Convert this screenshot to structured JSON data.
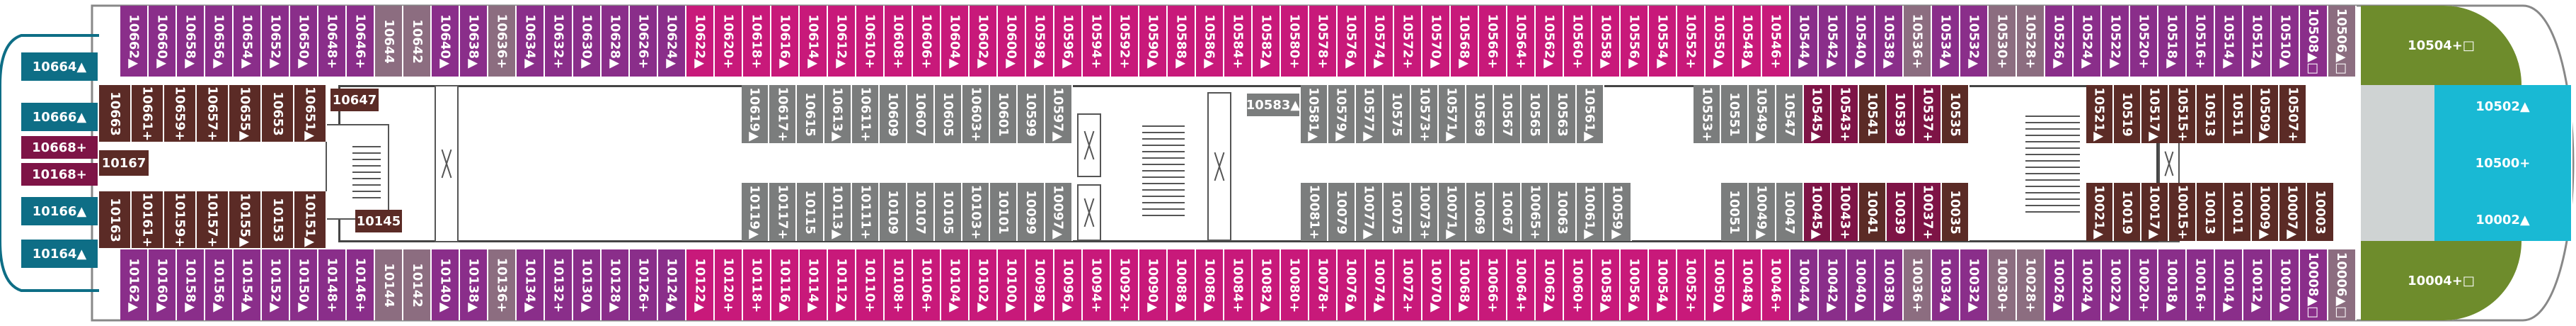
{
  "colors": {
    "purple": "#8a2e8a",
    "magenta": "#c8197a",
    "mauve": "#8c6d80",
    "brown": "#5b2b26",
    "grey": "#7b7d7d",
    "burgundy": "#7e1446",
    "teal": "#0e6e86",
    "cyan": "#19b9d4",
    "olive": "#6e8c2c",
    "lightgrey": "#cfd3d3"
  },
  "icon_legend": [
    "triangle-icon",
    "square-icon",
    "plus-icon"
  ],
  "top_row": [
    {
      "label": "10662▲",
      "c": "purple"
    },
    {
      "label": "10660▲",
      "c": "purple"
    },
    {
      "label": "10658▲",
      "c": "purple"
    },
    {
      "label": "10656▲",
      "c": "purple"
    },
    {
      "label": "10654▲",
      "c": "purple"
    },
    {
      "label": "10652▲",
      "c": "purple"
    },
    {
      "label": "10650▲",
      "c": "purple"
    },
    {
      "label": "10648+",
      "c": "purple"
    },
    {
      "label": "10646+",
      "c": "purple"
    },
    {
      "label": "10644",
      "c": "mauve"
    },
    {
      "label": "10642",
      "c": "mauve"
    },
    {
      "label": "10640▲",
      "c": "purple"
    },
    {
      "label": "10638▲",
      "c": "purple"
    },
    {
      "label": "10636+",
      "c": "mauve"
    },
    {
      "label": "10634▲",
      "c": "purple"
    },
    {
      "label": "10632+",
      "c": "purple"
    },
    {
      "label": "10630▲",
      "c": "purple"
    },
    {
      "label": "10628▲",
      "c": "purple"
    },
    {
      "label": "10626+",
      "c": "purple"
    },
    {
      "label": "10624▲",
      "c": "purple"
    },
    {
      "label": "10622▲",
      "c": "magenta"
    },
    {
      "label": "10620+",
      "c": "magenta"
    },
    {
      "label": "10618+",
      "c": "magenta"
    },
    {
      "label": "10616▲",
      "c": "magenta"
    },
    {
      "label": "10614▲",
      "c": "magenta"
    },
    {
      "label": "10612▲",
      "c": "magenta"
    },
    {
      "label": "10610+",
      "c": "magenta"
    },
    {
      "label": "10608+",
      "c": "magenta"
    },
    {
      "label": "10606+",
      "c": "magenta"
    },
    {
      "label": "10604▲",
      "c": "magenta"
    },
    {
      "label": "10602▲",
      "c": "magenta"
    },
    {
      "label": "10600▲",
      "c": "magenta"
    },
    {
      "label": "10598▲",
      "c": "magenta"
    },
    {
      "label": "10596▲",
      "c": "magenta"
    },
    {
      "label": "10594+",
      "c": "magenta"
    },
    {
      "label": "10592+",
      "c": "magenta"
    },
    {
      "label": "10590▲",
      "c": "magenta"
    },
    {
      "label": "10588▲",
      "c": "magenta"
    },
    {
      "label": "10586▲",
      "c": "magenta"
    },
    {
      "label": "10584+",
      "c": "magenta"
    },
    {
      "label": "10582▲",
      "c": "magenta"
    },
    {
      "label": "10580+",
      "c": "magenta"
    },
    {
      "label": "10578+",
      "c": "magenta"
    },
    {
      "label": "10576▲",
      "c": "magenta"
    },
    {
      "label": "10574▲",
      "c": "magenta"
    },
    {
      "label": "10572+",
      "c": "magenta"
    },
    {
      "label": "10570▲",
      "c": "magenta"
    },
    {
      "label": "10568▲",
      "c": "magenta"
    },
    {
      "label": "10566+",
      "c": "magenta"
    },
    {
      "label": "10564+",
      "c": "magenta"
    },
    {
      "label": "10562▲",
      "c": "magenta"
    },
    {
      "label": "10560+",
      "c": "magenta"
    },
    {
      "label": "10558▲",
      "c": "magenta"
    },
    {
      "label": "10556▲",
      "c": "magenta"
    },
    {
      "label": "10554▲",
      "c": "magenta"
    },
    {
      "label": "10552+",
      "c": "magenta"
    },
    {
      "label": "10550▲",
      "c": "magenta"
    },
    {
      "label": "10548▲",
      "c": "magenta"
    },
    {
      "label": "10546+",
      "c": "magenta"
    },
    {
      "label": "10544▲",
      "c": "purple"
    },
    {
      "label": "10542▲",
      "c": "purple"
    },
    {
      "label": "10540▲",
      "c": "purple"
    },
    {
      "label": "10538▲",
      "c": "purple"
    },
    {
      "label": "10536+",
      "c": "mauve"
    },
    {
      "label": "10534▲",
      "c": "purple"
    },
    {
      "label": "10532▲",
      "c": "purple"
    },
    {
      "label": "10530+",
      "c": "mauve"
    },
    {
      "label": "10528+",
      "c": "mauve"
    },
    {
      "label": "10526▲",
      "c": "purple"
    },
    {
      "label": "10524▲",
      "c": "purple"
    },
    {
      "label": "10522▲",
      "c": "purple"
    },
    {
      "label": "10520+",
      "c": "purple"
    },
    {
      "label": "10518▲",
      "c": "purple"
    },
    {
      "label": "10516+",
      "c": "purple"
    },
    {
      "label": "10514▲",
      "c": "purple"
    },
    {
      "label": "10512▲",
      "c": "purple"
    },
    {
      "label": "10510▲",
      "c": "purple"
    },
    {
      "label": "10508▲□",
      "c": "purple"
    },
    {
      "label": "10506▲□",
      "c": "mauve"
    }
  ],
  "bottom_row": [
    {
      "label": "10162▲",
      "c": "purple"
    },
    {
      "label": "10160▲",
      "c": "purple"
    },
    {
      "label": "10158▲",
      "c": "purple"
    },
    {
      "label": "10156▲",
      "c": "purple"
    },
    {
      "label": "10154▲",
      "c": "purple"
    },
    {
      "label": "10152▲",
      "c": "purple"
    },
    {
      "label": "10150▲",
      "c": "purple"
    },
    {
      "label": "10148+",
      "c": "purple"
    },
    {
      "label": "10146+",
      "c": "purple"
    },
    {
      "label": "10144",
      "c": "mauve"
    },
    {
      "label": "10142",
      "c": "mauve"
    },
    {
      "label": "10140▲",
      "c": "purple"
    },
    {
      "label": "10138▲",
      "c": "purple"
    },
    {
      "label": "10136+",
      "c": "mauve"
    },
    {
      "label": "10134▲",
      "c": "purple"
    },
    {
      "label": "10132+",
      "c": "purple"
    },
    {
      "label": "10130▲",
      "c": "purple"
    },
    {
      "label": "10128▲",
      "c": "purple"
    },
    {
      "label": "10126+",
      "c": "purple"
    },
    {
      "label": "10124▲",
      "c": "purple"
    },
    {
      "label": "10122▲",
      "c": "magenta"
    },
    {
      "label": "10120+",
      "c": "magenta"
    },
    {
      "label": "10118+",
      "c": "magenta"
    },
    {
      "label": "10116▲",
      "c": "magenta"
    },
    {
      "label": "10114▲",
      "c": "magenta"
    },
    {
      "label": "10112▲",
      "c": "magenta"
    },
    {
      "label": "10110+",
      "c": "magenta"
    },
    {
      "label": "10108+",
      "c": "magenta"
    },
    {
      "label": "10106+",
      "c": "magenta"
    },
    {
      "label": "10104▲",
      "c": "magenta"
    },
    {
      "label": "10102▲",
      "c": "magenta"
    },
    {
      "label": "10100▲",
      "c": "magenta"
    },
    {
      "label": "10098▲",
      "c": "magenta"
    },
    {
      "label": "10096▲",
      "c": "magenta"
    },
    {
      "label": "10094+",
      "c": "magenta"
    },
    {
      "label": "10092+",
      "c": "magenta"
    },
    {
      "label": "10090▲",
      "c": "magenta"
    },
    {
      "label": "10088▲",
      "c": "magenta"
    },
    {
      "label": "10086▲",
      "c": "magenta"
    },
    {
      "label": "10084+",
      "c": "magenta"
    },
    {
      "label": "10082▲",
      "c": "magenta"
    },
    {
      "label": "10080+",
      "c": "magenta"
    },
    {
      "label": "10078+",
      "c": "magenta"
    },
    {
      "label": "10076▲",
      "c": "magenta"
    },
    {
      "label": "10074▲",
      "c": "magenta"
    },
    {
      "label": "10072+",
      "c": "magenta"
    },
    {
      "label": "10070▲",
      "c": "magenta"
    },
    {
      "label": "10068▲",
      "c": "magenta"
    },
    {
      "label": "10066+",
      "c": "magenta"
    },
    {
      "label": "10064+",
      "c": "magenta"
    },
    {
      "label": "10062▲",
      "c": "magenta"
    },
    {
      "label": "10060+",
      "c": "magenta"
    },
    {
      "label": "10058▲",
      "c": "magenta"
    },
    {
      "label": "10056▲",
      "c": "magenta"
    },
    {
      "label": "10054▲",
      "c": "magenta"
    },
    {
      "label": "10052+",
      "c": "magenta"
    },
    {
      "label": "10050▲",
      "c": "magenta"
    },
    {
      "label": "10048▲",
      "c": "magenta"
    },
    {
      "label": "10046+",
      "c": "magenta"
    },
    {
      "label": "10044▲",
      "c": "purple"
    },
    {
      "label": "10042▲",
      "c": "purple"
    },
    {
      "label": "10040▲",
      "c": "purple"
    },
    {
      "label": "10038▲",
      "c": "purple"
    },
    {
      "label": "10036+",
      "c": "mauve"
    },
    {
      "label": "10034▲",
      "c": "purple"
    },
    {
      "label": "10032▲",
      "c": "purple"
    },
    {
      "label": "10030+",
      "c": "mauve"
    },
    {
      "label": "10028+",
      "c": "mauve"
    },
    {
      "label": "10026▲",
      "c": "purple"
    },
    {
      "label": "10024▲",
      "c": "purple"
    },
    {
      "label": "10022▲",
      "c": "purple"
    },
    {
      "label": "10020+",
      "c": "purple"
    },
    {
      "label": "10018▲",
      "c": "purple"
    },
    {
      "label": "10016+",
      "c": "purple"
    },
    {
      "label": "10014▲",
      "c": "purple"
    },
    {
      "label": "10012▲",
      "c": "purple"
    },
    {
      "label": "10010▲",
      "c": "purple"
    },
    {
      "label": "10008▲□",
      "c": "purple"
    },
    {
      "label": "10006▲□",
      "c": "mauve"
    }
  ],
  "inner_top": [
    {
      "label": "10663",
      "c": "brown"
    },
    {
      "label": "10661+",
      "c": "brown"
    },
    {
      "label": "10659+",
      "c": "brown"
    },
    {
      "label": "10657+",
      "c": "brown"
    },
    {
      "label": "10655▲",
      "c": "brown"
    },
    {
      "label": "10653",
      "c": "brown"
    },
    {
      "label": "10651▲",
      "c": "brown"
    }
  ],
  "inner_bottom": [
    {
      "label": "10163",
      "c": "brown"
    },
    {
      "label": "10161+",
      "c": "brown"
    },
    {
      "label": "10159+",
      "c": "brown"
    },
    {
      "label": "10157+",
      "c": "brown"
    },
    {
      "label": "10155▲",
      "c": "brown"
    },
    {
      "label": "10153",
      "c": "brown"
    },
    {
      "label": "10151▲",
      "c": "brown"
    }
  ],
  "mid_top_a": [
    {
      "label": "10619▲",
      "c": "grey"
    },
    {
      "label": "10617+",
      "c": "grey"
    },
    {
      "label": "10615",
      "c": "grey"
    },
    {
      "label": "10613▲",
      "c": "grey"
    },
    {
      "label": "10611+",
      "c": "grey"
    },
    {
      "label": "10609",
      "c": "grey"
    },
    {
      "label": "10607",
      "c": "grey"
    },
    {
      "label": "10605",
      "c": "grey"
    },
    {
      "label": "10603+",
      "c": "grey"
    },
    {
      "label": "10601",
      "c": "grey"
    },
    {
      "label": "10599",
      "c": "grey"
    },
    {
      "label": "10597▲",
      "c": "grey"
    }
  ],
  "mid_bot_a": [
    {
      "label": "10119▲",
      "c": "grey"
    },
    {
      "label": "10117+",
      "c": "grey"
    },
    {
      "label": "10115",
      "c": "grey"
    },
    {
      "label": "10113▲",
      "c": "grey"
    },
    {
      "label": "10111+",
      "c": "grey"
    },
    {
      "label": "10109",
      "c": "grey"
    },
    {
      "label": "10107",
      "c": "grey"
    },
    {
      "label": "10105",
      "c": "grey"
    },
    {
      "label": "10103+",
      "c": "grey"
    },
    {
      "label": "10101",
      "c": "grey"
    },
    {
      "label": "10099",
      "c": "grey"
    },
    {
      "label": "10097▲",
      "c": "grey"
    }
  ],
  "mid_top_b": [
    {
      "label": "10581▲",
      "c": "grey"
    },
    {
      "label": "10579▲",
      "c": "grey"
    },
    {
      "label": "10577▲",
      "c": "grey"
    },
    {
      "label": "10575",
      "c": "grey"
    },
    {
      "label": "10573+",
      "c": "grey"
    },
    {
      "label": "10571▲",
      "c": "grey"
    },
    {
      "label": "10569",
      "c": "grey"
    },
    {
      "label": "10567",
      "c": "grey"
    },
    {
      "label": "10565",
      "c": "grey"
    },
    {
      "label": "10563",
      "c": "grey"
    },
    {
      "label": "10561▲",
      "c": "grey"
    }
  ],
  "mid_bot_b": [
    {
      "label": "10081+",
      "c": "grey"
    },
    {
      "label": "10079",
      "c": "grey"
    },
    {
      "label": "10077▲",
      "c": "grey"
    },
    {
      "label": "10075",
      "c": "grey"
    },
    {
      "label": "10073+",
      "c": "grey"
    },
    {
      "label": "10071▲",
      "c": "grey"
    },
    {
      "label": "10069",
      "c": "grey"
    },
    {
      "label": "10067",
      "c": "grey"
    },
    {
      "label": "10065+",
      "c": "grey"
    },
    {
      "label": "10063",
      "c": "grey"
    },
    {
      "label": "10061▲",
      "c": "grey"
    },
    {
      "label": "10059▲",
      "c": "grey"
    }
  ],
  "mid_top_c": [
    {
      "label": "10553+",
      "c": "grey"
    },
    {
      "label": "10551",
      "c": "grey"
    },
    {
      "label": "10549▲",
      "c": "grey"
    },
    {
      "label": "10547",
      "c": "grey"
    },
    {
      "label": "10545▲",
      "c": "burgundy"
    },
    {
      "label": "10543+",
      "c": "burgundy"
    },
    {
      "label": "10541",
      "c": "brown"
    },
    {
      "label": "10539",
      "c": "burgundy"
    },
    {
      "label": "10537+",
      "c": "burgundy"
    },
    {
      "label": "10535",
      "c": "brown"
    }
  ],
  "mid_bot_c": [
    {
      "label": "10051",
      "c": "grey"
    },
    {
      "label": "10049▲",
      "c": "grey"
    },
    {
      "label": "10047",
      "c": "grey"
    },
    {
      "label": "10045▲",
      "c": "burgundy"
    },
    {
      "label": "10043+",
      "c": "burgundy"
    },
    {
      "label": "10041",
      "c": "brown"
    },
    {
      "label": "10039",
      "c": "burgundy"
    },
    {
      "label": "10037+",
      "c": "burgundy"
    },
    {
      "label": "10035",
      "c": "brown"
    }
  ],
  "mid_top_d": [
    {
      "label": "10521▲",
      "c": "brown"
    },
    {
      "label": "10519",
      "c": "brown"
    },
    {
      "label": "10517▲",
      "c": "brown"
    },
    {
      "label": "10515+",
      "c": "brown"
    },
    {
      "label": "10513",
      "c": "brown"
    },
    {
      "label": "10511",
      "c": "brown"
    },
    {
      "label": "10509▲",
      "c": "brown"
    },
    {
      "label": "10507+",
      "c": "brown"
    }
  ],
  "mid_bot_d": [
    {
      "label": "10021▲",
      "c": "brown"
    },
    {
      "label": "10019",
      "c": "brown"
    },
    {
      "label": "10017▲",
      "c": "brown"
    },
    {
      "label": "10015+",
      "c": "brown"
    },
    {
      "label": "10013",
      "c": "brown"
    },
    {
      "label": "10011",
      "c": "brown"
    },
    {
      "label": "10009▲",
      "c": "brown"
    },
    {
      "label": "10007▲",
      "c": "brown"
    },
    {
      "label": "10003",
      "c": "brown"
    }
  ],
  "single": {
    "c10647": "10647",
    "c10145": "10145",
    "c10167": "10167",
    "c10583": "10583▲"
  },
  "left_stack": [
    {
      "label": "10664▲",
      "c": "teal"
    },
    {
      "label": "10666▲",
      "c": "teal"
    },
    {
      "label": "10668+",
      "c": "burgundy"
    },
    {
      "label": "10168+",
      "c": "burgundy"
    },
    {
      "label": "10166▲",
      "c": "teal"
    },
    {
      "label": "10164▲",
      "c": "teal"
    }
  ],
  "right": {
    "top_suite": "10504+□",
    "bottom_suite": "10004+□",
    "mid": [
      "10502▲",
      "10500+",
      "10002▲"
    ]
  }
}
